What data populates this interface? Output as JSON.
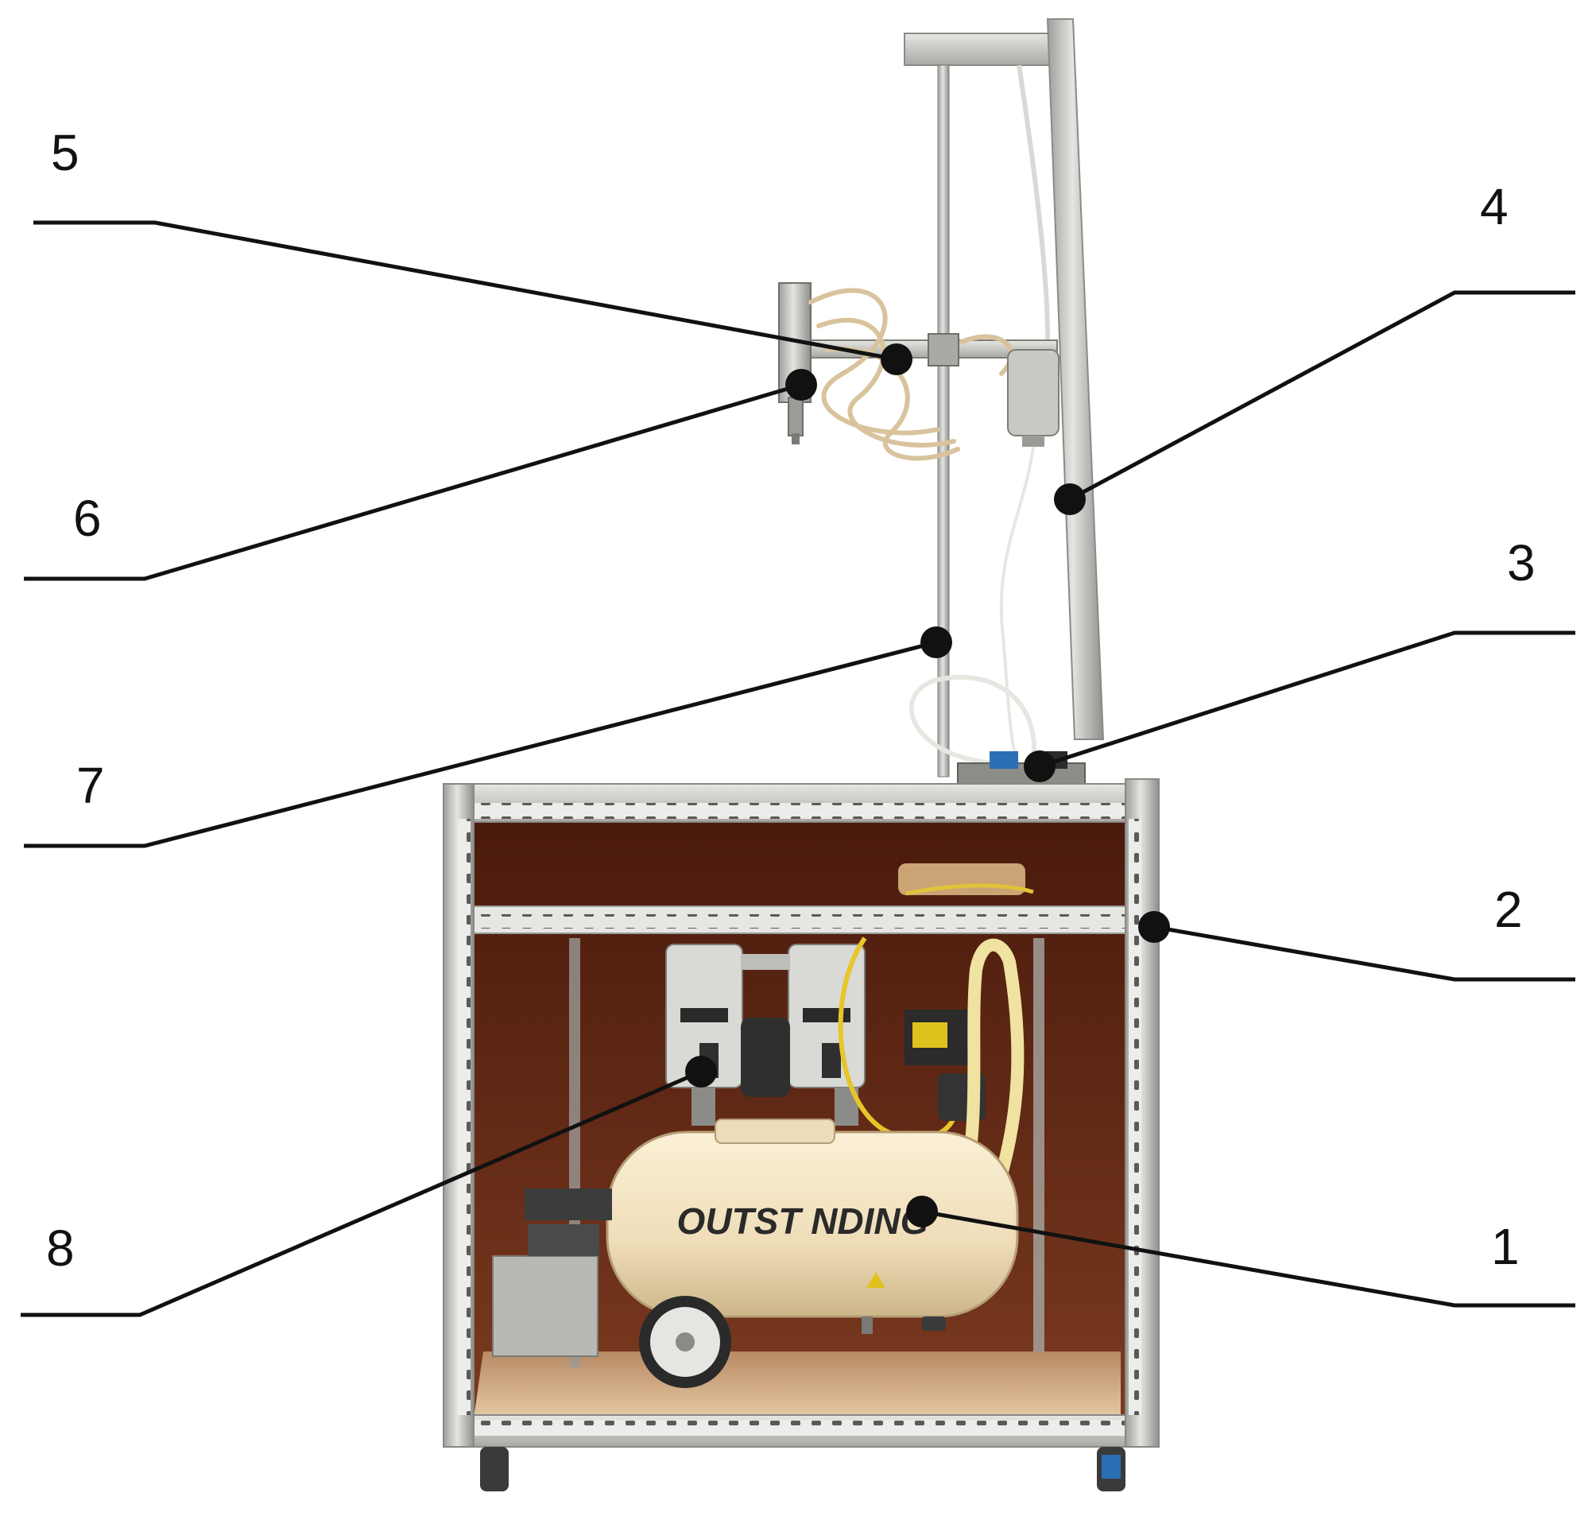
{
  "labels": [
    {
      "id": "1",
      "text": "1"
    },
    {
      "id": "2",
      "text": "2"
    },
    {
      "id": "3",
      "text": "3"
    },
    {
      "id": "4",
      "text": "4"
    },
    {
      "id": "5",
      "text": "5"
    },
    {
      "id": "6",
      "text": "6"
    },
    {
      "id": "7",
      "text": "7"
    },
    {
      "id": "8",
      "text": "8"
    }
  ],
  "tank_brand_text": "OUTST NDING",
  "colors": {
    "background": "#ffffff",
    "cabinet_frame": "#c9c9c6",
    "cabinet_interior": "#6b2a16",
    "compressor_tank": "#f1e2c2",
    "metal_pole": "#b9b9b6",
    "tube": "#d8c39c",
    "callout_line": "#111111"
  }
}
